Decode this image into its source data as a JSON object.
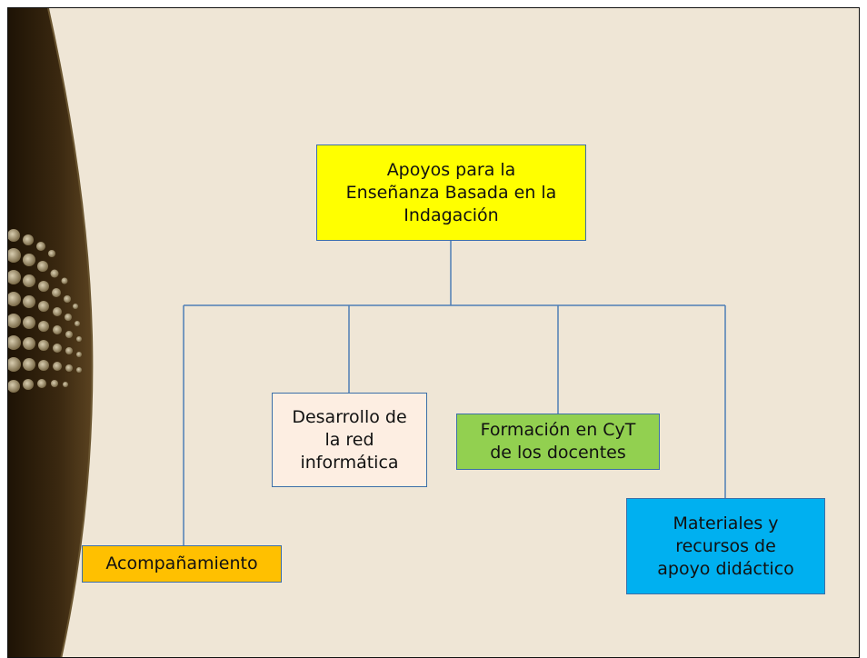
{
  "diagram": {
    "root": {
      "lines": [
        "Apoyos para la",
        "Enseñanza Basada en la",
        "Indagación"
      ]
    },
    "children": [
      {
        "lines": [
          "Acompañamiento"
        ]
      },
      {
        "lines": [
          "Desarrollo de",
          "la red",
          "informática"
        ]
      },
      {
        "lines": [
          "Formación en CyT",
          "de los docentes"
        ]
      },
      {
        "lines": [
          "Materiales y",
          "recursos de",
          "apoyo didáctico"
        ]
      }
    ]
  },
  "colors": {
    "background": "#efe6d6",
    "root_fill": "#ffff00",
    "acompanamiento_fill": "#ffc000",
    "red_fill": "#fdeee2",
    "formacion_fill": "#92d050",
    "materiales_fill": "#00b0f0",
    "connector": "#4f7fb5"
  }
}
